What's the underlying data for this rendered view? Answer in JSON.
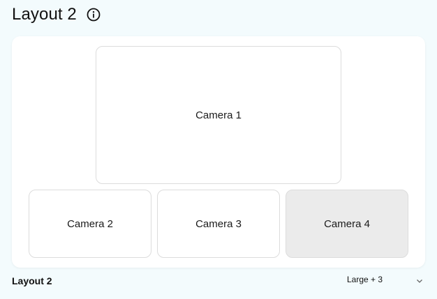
{
  "header": {
    "title": "Layout 2",
    "info_icon": "info-circle-icon"
  },
  "layout": {
    "cameras": [
      {
        "label": "Camera 1",
        "size": "large",
        "selected": false
      },
      {
        "label": "Camera 2",
        "size": "small",
        "selected": false
      },
      {
        "label": "Camera 3",
        "size": "small",
        "selected": false
      },
      {
        "label": "Camera 4",
        "size": "small",
        "selected": true
      }
    ]
  },
  "footer": {
    "layout_name": "Layout 2",
    "layout_select": {
      "value": "Large + 3",
      "icon": "chevron-down-icon"
    }
  },
  "colors": {
    "background": "#f3fbfd",
    "panel": "#ffffff",
    "tile_border": "#dcdcdc",
    "tile_selected": "#ebebeb"
  }
}
